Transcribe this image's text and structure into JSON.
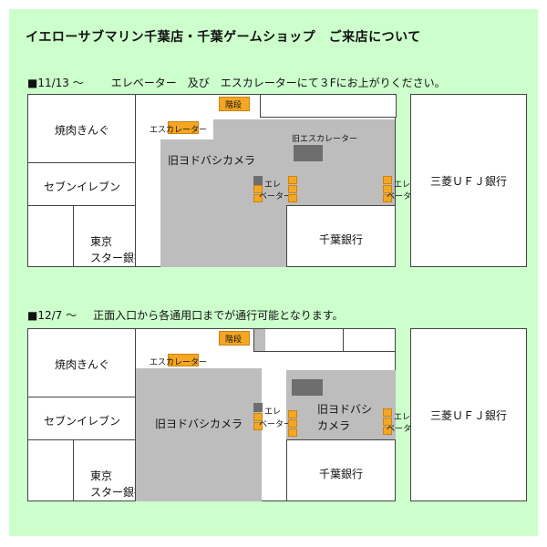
{
  "title": "イエローサブマリン千葉店・千葉ゲームショップ　ご来店について",
  "notices": [
    {
      "date": "■11/13 ～",
      "text": "エレベーター　及び　エスカレーターにて３Fにお上がりください。"
    },
    {
      "date": "■12/7 ～",
      "text": "正面入口から各通用口までが通行可能となります。"
    }
  ],
  "labels": {
    "yakiniku": "焼肉きんぐ",
    "seven": "セブンイレブン",
    "tokyo_line1": "東京",
    "tokyo_line2": "スター銀行",
    "mufg": "三菱ＵＦＪ銀行",
    "chiba_bank": "千葉銀行",
    "stairs": "階段",
    "escalator": "エスカレーター",
    "old_escalator": "旧エスカレーター",
    "old_yodobashi": "旧ヨドバシカメラ",
    "old_yodobashi_line1": "旧ヨドバシ",
    "old_yodobashi_line2": "カメラ",
    "elevator_line1": "エレ",
    "elevator_line2": "ベーター"
  },
  "colors": {
    "background": "#ccffcc",
    "building": "#ffffff",
    "closed_area": "#bdbdbd",
    "marker": "#f5a623"
  }
}
